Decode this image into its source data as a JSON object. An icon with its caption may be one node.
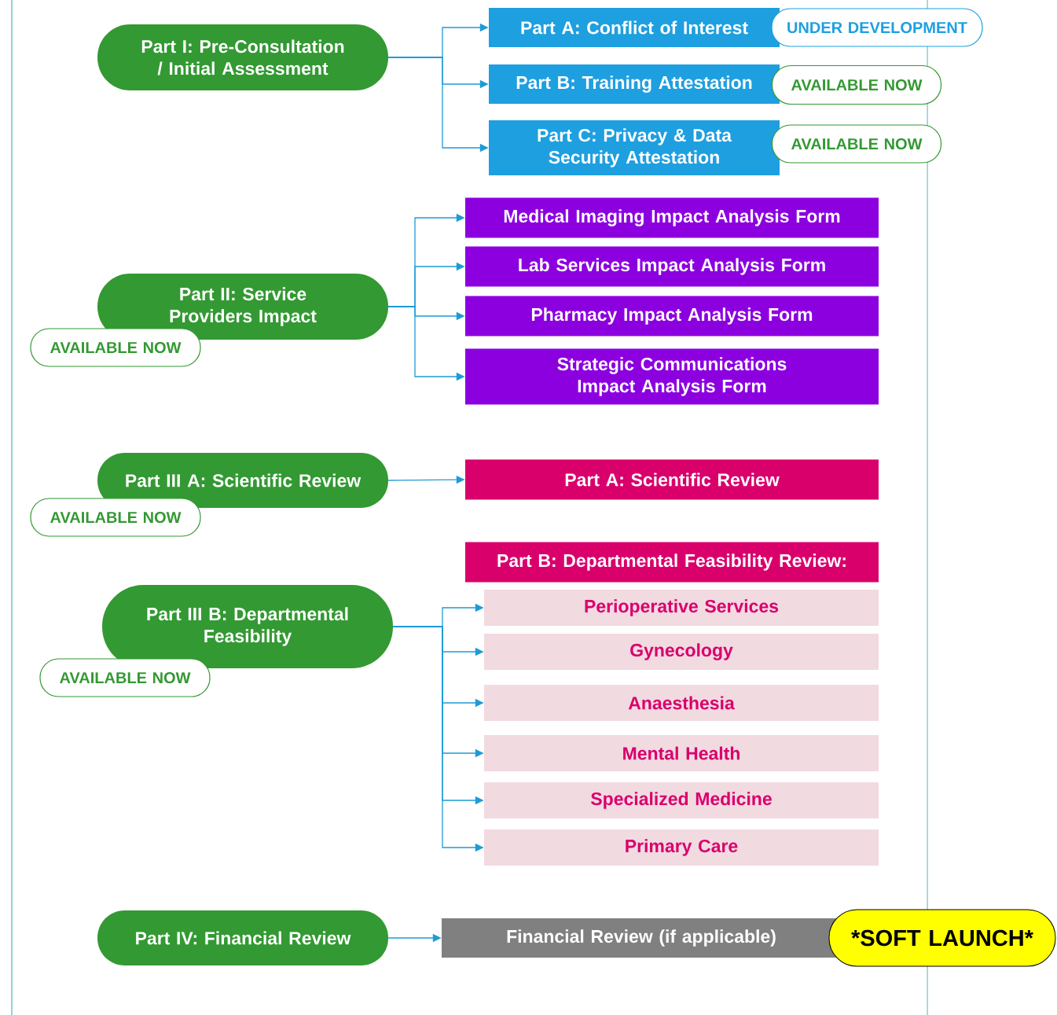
{
  "diagram": {
    "nodes": [
      {
        "text": [
          "Part I: Pre-Consultation / Initial Assessment"
        ]
      },
      {
        "text": [
          "Part A: Conflict of Interest"
        ]
      },
      {
        "text": [
          "UNDER DEVELOPMENT"
        ]
      },
      {
        "text": [
          "Part B: Training Attestation"
        ]
      },
      {
        "text": [
          "AVAILABLE NOW"
        ]
      },
      {
        "text": [
          "Part C: Privacy & Data Security Attestation"
        ]
      },
      {
        "text": [
          "AVAILABLE NOW"
        ]
      },
      {
        "text": [
          "Part II: Service Providers Impact"
        ]
      },
      {
        "text": [
          "AVAILABLE NOW"
        ]
      },
      {
        "text": [
          "Medical Imaging Impact Analysis Form"
        ]
      },
      {
        "text": [
          "Lab Services Impact Analysis Form"
        ]
      },
      {
        "text": [
          "Pharmacy Impact Analysis Form"
        ]
      },
      {
        "text": [
          "Strategic Communications Impact Analysis Form"
        ]
      },
      {
        "text": [
          "Part III A: Scientific Review"
        ]
      },
      {
        "text": [
          "AVAILABLE NOW"
        ]
      },
      {
        "text": [
          "Part A: Scientific Review"
        ]
      },
      {
        "text": [
          "Part B: Departmental Feasibility Review:"
        ]
      },
      {
        "text": [
          "Part III B: Departmental Feasibility"
        ]
      },
      {
        "text": [
          "AVAILABLE NOW"
        ]
      },
      {
        "text": [
          "Perioperative Services"
        ]
      },
      {
        "text": [
          "Gynecology"
        ]
      },
      {
        "text": [
          "Anaesthesia"
        ]
      },
      {
        "text": [
          "Mental Health"
        ]
      },
      {
        "text": [
          "Specialized Medicine"
        ]
      },
      {
        "text": [
          "Primary Care"
        ]
      },
      {
        "text": [
          "Part IV: Financial Review"
        ]
      },
      {
        "text": [
          "Financial Review (if applicable)"
        ]
      },
      {
        "text": [
          "*SOFT LAUNCH*"
        ]
      }
    ],
    "edges": [
      {
        "from": 0,
        "to": 1,
        "arrow": "to"
      },
      {
        "from": 0,
        "to": 3,
        "arrow": "to"
      },
      {
        "from": 0,
        "to": 5,
        "arrow": "to"
      },
      {
        "from": 7,
        "to": 9,
        "arrow": "to"
      },
      {
        "from": 7,
        "to": 10,
        "arrow": "to"
      },
      {
        "from": 7,
        "to": 11,
        "arrow": "to"
      },
      {
        "from": 7,
        "to": 12,
        "arrow": "to"
      },
      {
        "from": 13,
        "to": 15,
        "arrow": "to"
      },
      {
        "from": 17,
        "to": 19,
        "arrow": "to"
      },
      {
        "from": 17,
        "to": 20,
        "arrow": "to"
      },
      {
        "from": 17,
        "to": 21,
        "arrow": "to"
      },
      {
        "from": 17,
        "to": 22,
        "arrow": "to"
      },
      {
        "from": 17,
        "to": 23,
        "arrow": "to"
      },
      {
        "from": 17,
        "to": 24,
        "arrow": "to"
      },
      {
        "from": 25,
        "to": 26,
        "arrow": "to"
      }
    ]
  }
}
